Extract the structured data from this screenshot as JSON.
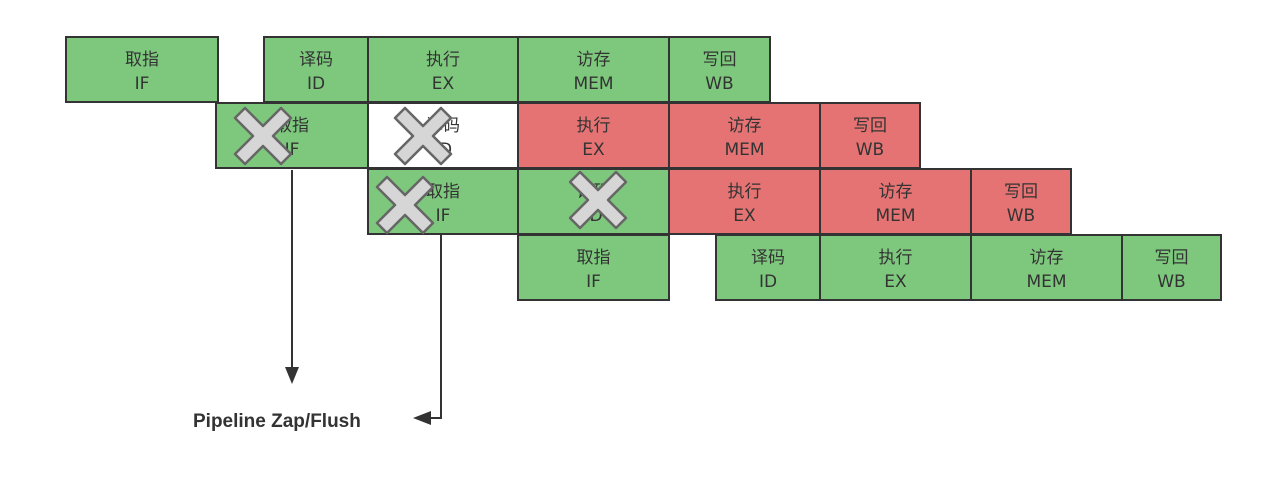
{
  "colors": {
    "ok": "#7ec87e",
    "stall": "#e57373",
    "border": "#333333",
    "text": "#333333",
    "cross_fill": "#d6d6d6",
    "cross_stroke": "#666666",
    "arrow": "#333333"
  },
  "rows": [
    {
      "cells": [
        {
          "cn": "取指",
          "en": "IF",
          "status": "ok"
        },
        {
          "cn": "译码",
          "en": "ID",
          "status": "ok"
        },
        {
          "cn": "执行",
          "en": "EX",
          "status": "ok"
        },
        {
          "cn": "访存",
          "en": "MEM",
          "status": "ok"
        },
        {
          "cn": "写回",
          "en": "WB",
          "status": "ok"
        }
      ]
    },
    {
      "cells": [
        {
          "cn": "取指",
          "en": "IF",
          "status": "ok",
          "zapped": true
        },
        {
          "cn": "译码",
          "en": "ID",
          "status": "empty",
          "zapped": true
        },
        {
          "cn": "执行",
          "en": "EX",
          "status": "stall"
        },
        {
          "cn": "访存",
          "en": "MEM",
          "status": "stall"
        },
        {
          "cn": "写回",
          "en": "WB",
          "status": "stall"
        }
      ]
    },
    {
      "cells": [
        {
          "cn": "取指",
          "en": "IF",
          "status": "ok",
          "zapped": true
        },
        {
          "cn": "译码",
          "en": "ID",
          "status": "ok",
          "zapped": true
        },
        {
          "cn": "执行",
          "en": "EX",
          "status": "stall"
        },
        {
          "cn": "访存",
          "en": "MEM",
          "status": "stall"
        },
        {
          "cn": "写回",
          "en": "WB",
          "status": "stall"
        }
      ]
    },
    {
      "cells": [
        {
          "cn": "取指",
          "en": "IF",
          "status": "ok"
        },
        {
          "cn": "译码",
          "en": "ID",
          "status": "ok"
        },
        {
          "cn": "执行",
          "en": "EX",
          "status": "ok"
        },
        {
          "cn": "访存",
          "en": "MEM",
          "status": "ok"
        },
        {
          "cn": "写回",
          "en": "WB",
          "status": "ok"
        }
      ]
    }
  ],
  "caption": "Pipeline Zap/Flush"
}
